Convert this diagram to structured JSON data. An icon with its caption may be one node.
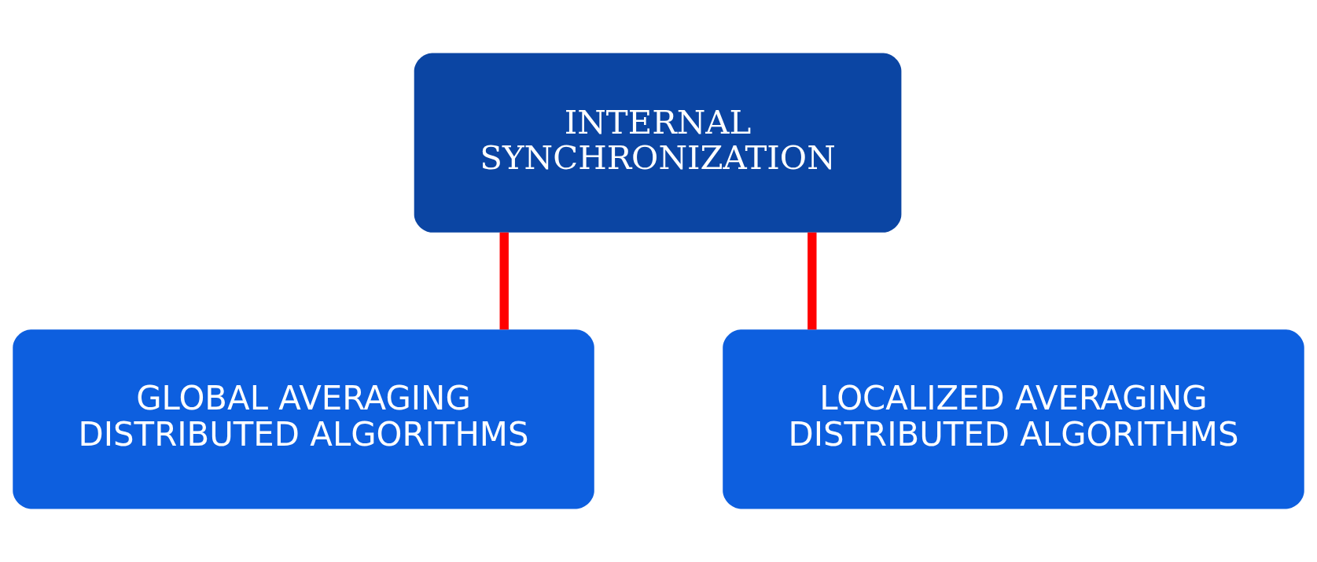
{
  "diagram": {
    "nodes": [
      {
        "text": [
          "INTERNAL SYNCHRONIZATION"
        ]
      },
      {
        "text": [
          "GLOBAL AVERAGING DISTRIBUTED ALGORITHMS"
        ]
      },
      {
        "text": [
          "LOCALIZED AVERAGING DISTRIBUTED ALGORITHMS"
        ]
      }
    ],
    "edges": [
      {
        "from": 0,
        "to": 1,
        "arrow": "none",
        "color": "#ff0000"
      },
      {
        "from": 0,
        "to": 2,
        "arrow": "none",
        "color": "#ff0000"
      }
    ]
  }
}
